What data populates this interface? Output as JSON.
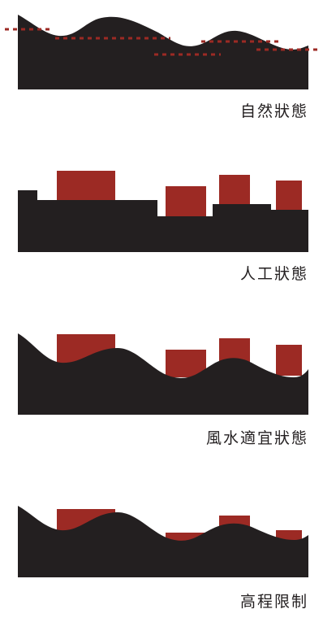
{
  "colors": {
    "terrain": "#231f20",
    "building": "#9c2a24",
    "reference_line": "#9c2a24",
    "caption": "#231f20",
    "background": "#ffffff"
  },
  "panels": [
    {
      "id": "natural",
      "caption": "自然狀態"
    },
    {
      "id": "artificial",
      "caption": "人工狀態"
    },
    {
      "id": "fengshui",
      "caption": "風水適宜狀態"
    },
    {
      "id": "height-limit",
      "caption": "高程限制"
    }
  ]
}
